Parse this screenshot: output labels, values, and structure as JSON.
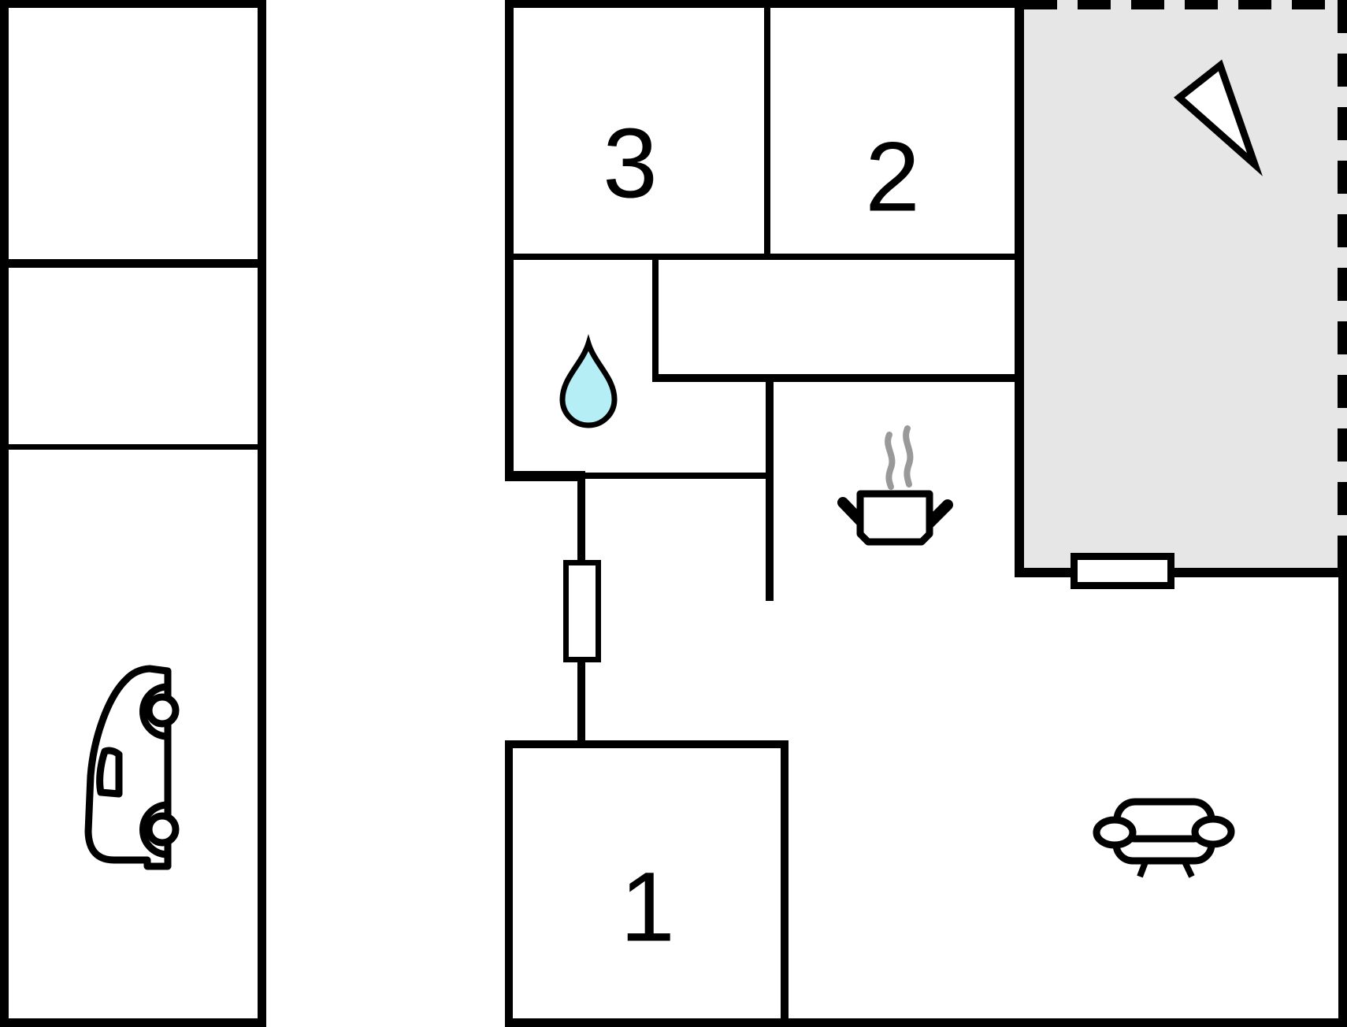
{
  "plan": {
    "title": "floor-plan",
    "rooms": {
      "room1": {
        "label": "1"
      },
      "room2": {
        "label": "2"
      },
      "room3": {
        "label": "3"
      }
    },
    "icons": {
      "carport": "car-icon",
      "bathroom": "water-drop-icon",
      "kitchen": "cooking-pot-icon",
      "living_room": "sofa-icon",
      "terrace": "north-arrow-icon"
    },
    "colors": {
      "wall": "#000000",
      "terrace": "#e6e6e6",
      "drop": "#b5eef5",
      "steam": "#999999"
    }
  }
}
